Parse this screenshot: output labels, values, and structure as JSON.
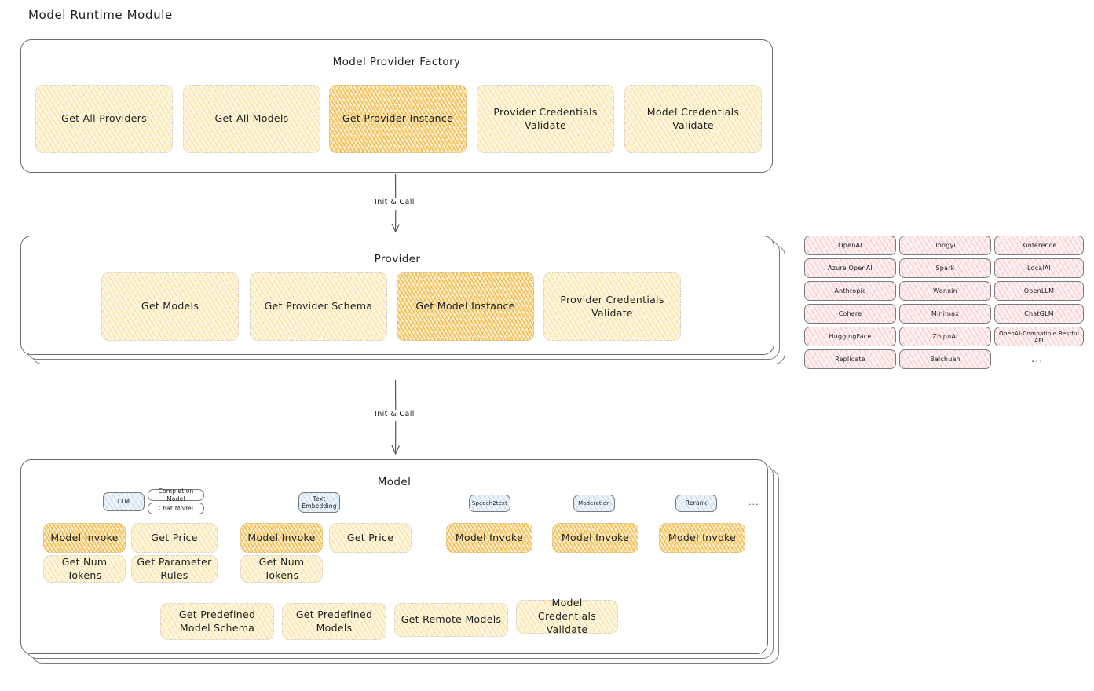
{
  "page": {
    "title": "Model Runtime Module"
  },
  "factory": {
    "title": "Model Provider Factory",
    "methods": [
      {
        "label": "Get All Providers",
        "highlight": false
      },
      {
        "label": "Get All Models",
        "highlight": false
      },
      {
        "label": "Get Provider Instance",
        "highlight": true
      },
      {
        "label": "Provider Credentials Validate",
        "highlight": false
      },
      {
        "label": "Model Credentials Validate",
        "highlight": false
      }
    ]
  },
  "arrows": [
    {
      "label": "Init & Call"
    },
    {
      "label": "Init & Call"
    }
  ],
  "provider": {
    "title": "Provider",
    "methods": [
      {
        "label": "Get Models",
        "highlight": false
      },
      {
        "label": "Get Provider Schema",
        "highlight": false
      },
      {
        "label": "Get Model Instance",
        "highlight": true
      },
      {
        "label": "Provider Credentials Validate",
        "highlight": false
      }
    ]
  },
  "provider_list": {
    "ellipsis": "...",
    "columns": [
      {
        "items": [
          "OpenAI",
          "Azure OpenAI",
          "Anthropic",
          "Cohere",
          "HuggingFace",
          "Replicate"
        ]
      },
      {
        "items": [
          "Tongyi",
          "Spark",
          "Wenxin",
          "Minimax",
          "ZhipuAI",
          "Baichuan"
        ]
      },
      {
        "items": [
          "Xinference",
          "LocalAI",
          "OpenLLM",
          "ChatGLM",
          "OpenAI-Compatible Restful API"
        ]
      }
    ]
  },
  "model": {
    "title": "Model",
    "ellipsis": "...",
    "types": [
      {
        "badge": "LLM",
        "sub_badges": [
          "Completion Model",
          "Chat Model"
        ],
        "methods": [
          {
            "label": "Model Invoke",
            "highlight": true
          },
          {
            "label": "Get Price",
            "highlight": false
          },
          {
            "label": "Get Num Tokens",
            "highlight": false
          },
          {
            "label": "Get Parameter Rules",
            "highlight": false
          }
        ]
      },
      {
        "badge": "Text Embedding",
        "sub_badges": [],
        "methods": [
          {
            "label": "Model Invoke",
            "highlight": true
          },
          {
            "label": "Get Price",
            "highlight": false
          },
          {
            "label": "Get Num Tokens",
            "highlight": false
          }
        ]
      },
      {
        "badge": "Speech2text",
        "sub_badges": [],
        "methods": [
          {
            "label": "Model Invoke",
            "highlight": true
          }
        ]
      },
      {
        "badge": "Moderation",
        "sub_badges": [],
        "methods": [
          {
            "label": "Model Invoke",
            "highlight": true
          }
        ]
      },
      {
        "badge": "Rerank",
        "sub_badges": [],
        "methods": [
          {
            "label": "Model Invoke",
            "highlight": true
          }
        ]
      }
    ],
    "common_methods": [
      {
        "label": "Get Predefined Model Schema"
      },
      {
        "label": "Get Predefined Models"
      },
      {
        "label": "Get Remote Models"
      },
      {
        "label": "Model Credentials Validate"
      }
    ]
  }
}
